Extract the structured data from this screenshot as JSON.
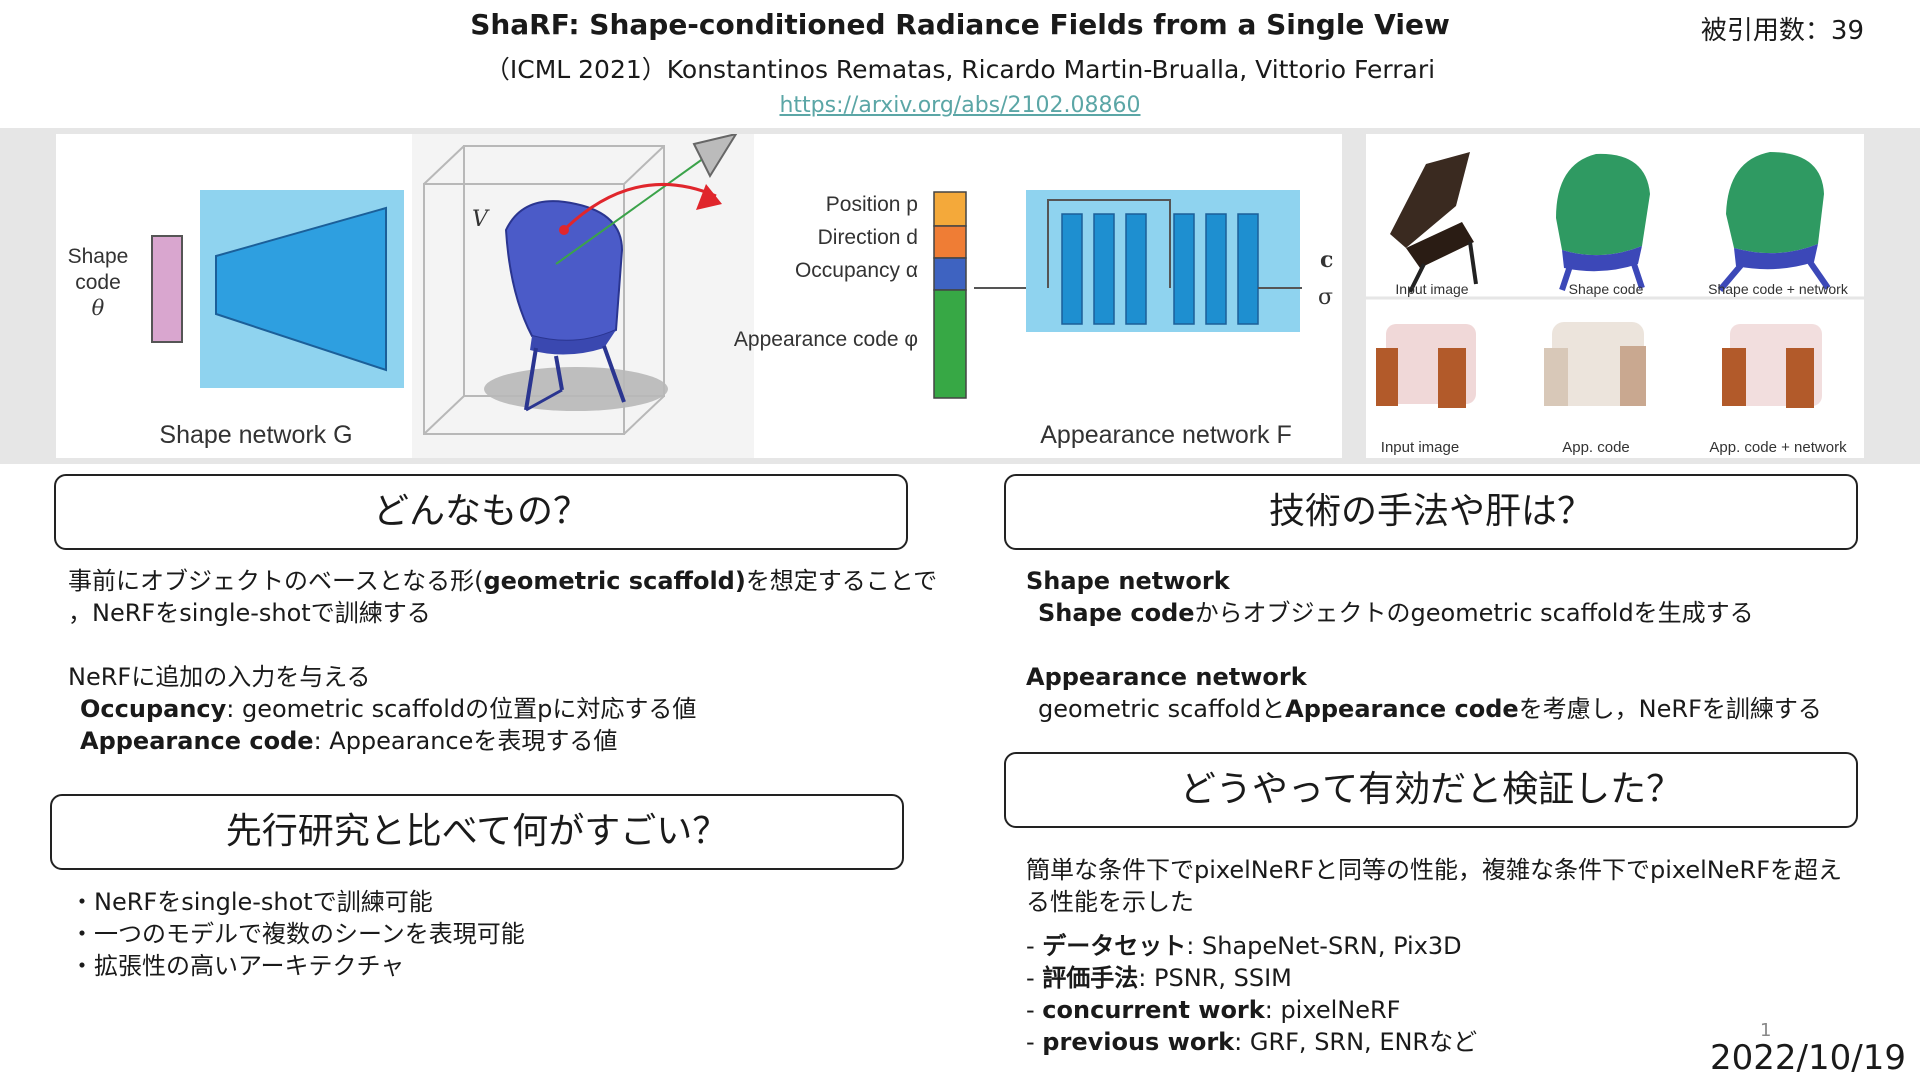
{
  "header": {
    "title": "ShaRF: Shape-conditioned Radiance Fields from a Single View",
    "authors": "（ICML 2021）Konstantinos Rematas, Ricardo Martin-Brualla, Vittorio Ferrari",
    "arxiv_url": "https://arxiv.org/abs/2102.08860",
    "citations": "被引用数：39"
  },
  "figure": {
    "shape_label_1": "Shape",
    "shape_label_2": "code",
    "shape_label_3": "θ",
    "v_label": "V",
    "position": "Position p",
    "direction": "Direction d",
    "occupancy": "Occupancy α",
    "appearance_code": "Appearance code φ",
    "shape_network": "Shape network G",
    "appearance_network": "Appearance network F",
    "out_c": "c",
    "out_sigma": "σ",
    "colors": {
      "network": "#8fd3ef",
      "bar": "#1e8fd0",
      "arrow_red": "#e0262c",
      "chair": "#4b5bc8",
      "code_pink": "#d9a6cf",
      "orange": "#f4a93a",
      "orange2": "#ef7d35",
      "blue": "#3e63c1",
      "green": "#37a845"
    }
  },
  "result_grid": {
    "row1": [
      "Input image",
      "Shape code",
      "Shape code + network"
    ],
    "row2": [
      "Input image",
      "App. code",
      "App. code + network"
    ]
  },
  "sections": {
    "what": {
      "heading": "どんなもの？",
      "p1_a": "事前にオブジェクトのベースとなる形(",
      "p1_b": "geometric scaffold)",
      "p1_c": "を想定することで",
      "p1_d": "，NeRFをsingle-shotで訓練する",
      "p2": "NeRFに追加の入力を与える",
      "p3_b": "Occupancy",
      "p3_c": ": geometric scaffoldの位置pに対応する値",
      "p4_b": "Appearance code",
      "p4_c": ": Appearanceを表現する値"
    },
    "novelty": {
      "heading": "先行研究と比べて何がすごい？",
      "items": [
        "・NeRFをsingle-shotで訓練可能",
        "・一つのモデルで複数のシーンを表現可能",
        "・拡張性の高いアーキテクチャ"
      ]
    },
    "method": {
      "heading": "技術の手法や肝は？",
      "s1_title": "Shape network",
      "s1_b": "Shape code",
      "s1_c": "からオブジェクトのgeometric scaffoldを生成する",
      "s2_title": "Appearance network",
      "s2_a": "geometric scaffoldと",
      "s2_b": "Appearance code",
      "s2_c": "を考慮し，NeRFを訓練する"
    },
    "validation": {
      "heading": "どうやって有効だと検証した？",
      "p1": "簡単な条件下でpixelNeRFと同等の性能，複雑な条件下でpixelNeRFを超え",
      "p2": "る性能を示した",
      "l1_b": "データセット",
      "l1_c": ": ShapeNet-SRN, Pix3D",
      "l2_b": "評価手法",
      "l2_c": ": PSNR, SSIM",
      "l3_b": "concurrent work",
      "l3_c": ": pixelNeRF",
      "l4_b": "previous work",
      "l4_c": ": GRF, SRN, ENRなど"
    }
  },
  "footer": {
    "page": "1",
    "date": "2022/10/19"
  }
}
